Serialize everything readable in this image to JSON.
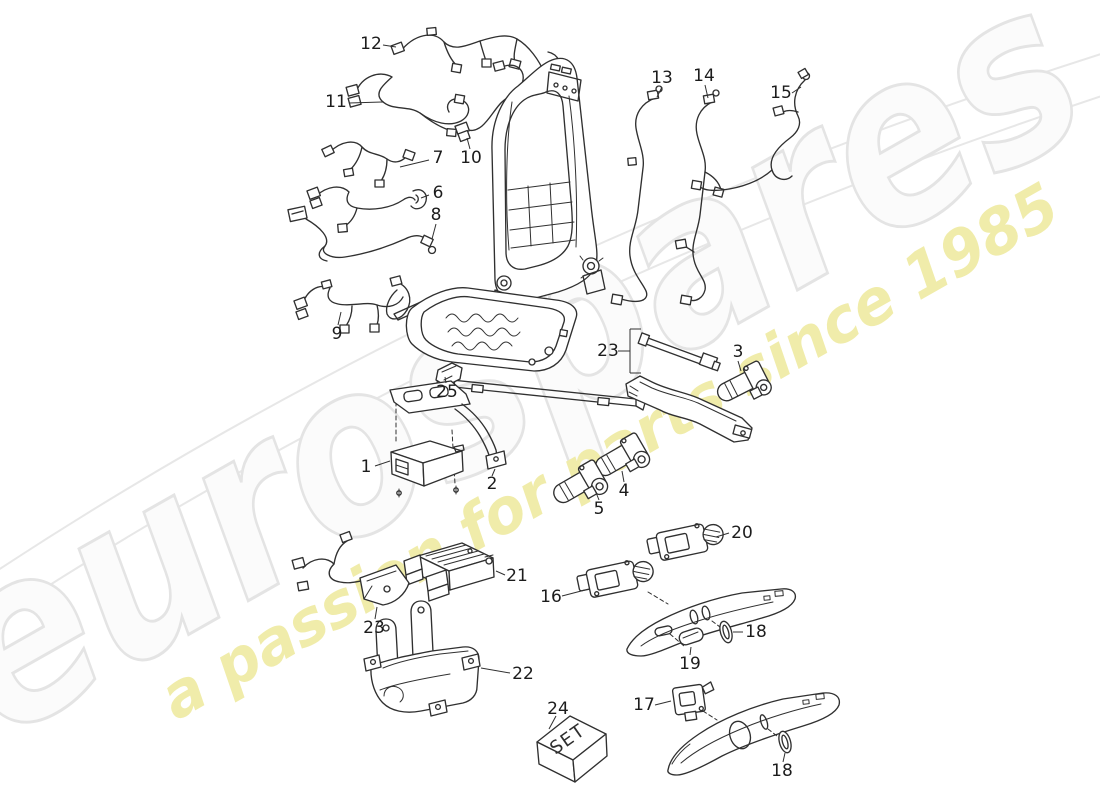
{
  "watermark": {
    "brand": "eurospares",
    "tagline": "a passion for parts since 1985",
    "brand_fill": "#fbfbfb",
    "brand_outline": "#e4e4e4",
    "tagline_color": "#f0ecaa"
  },
  "diagram": {
    "line_color": "#303030",
    "background_color": "#ffffff",
    "set_box_label": "SET",
    "callouts": [
      "12",
      "11",
      "7",
      "10",
      "6",
      "8",
      "9",
      "13",
      "14",
      "15",
      "23",
      "3",
      "25",
      "1",
      "2",
      "4",
      "5",
      "20",
      "16",
      "18",
      "19",
      "21",
      "23",
      "22",
      "24",
      "17",
      "18"
    ]
  }
}
